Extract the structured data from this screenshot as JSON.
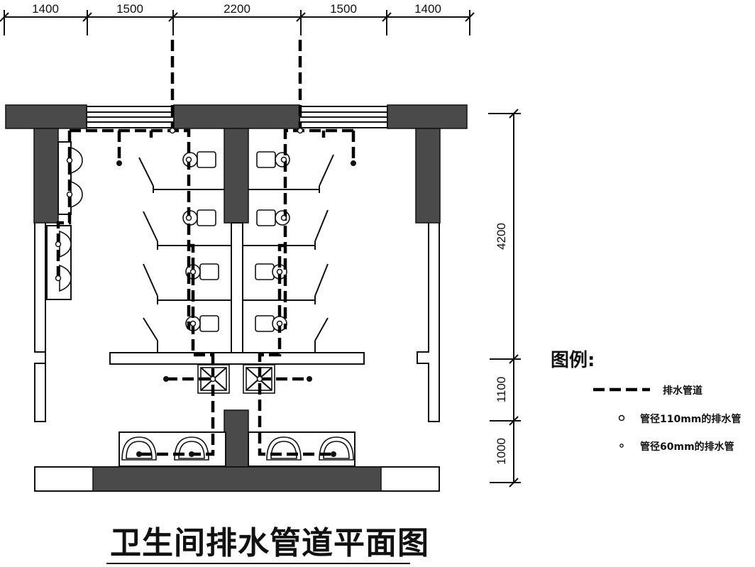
{
  "dimensions": {
    "top": [
      "1400",
      "1500",
      "2200",
      "1500",
      "1400"
    ],
    "right": [
      "4200",
      "1100",
      "1000"
    ]
  },
  "legend": {
    "title": "图例:",
    "items": [
      {
        "symbol": "dashed-pipe",
        "label": "排水管道"
      },
      {
        "symbol": "circle-large",
        "label": "管径110mm的排水管"
      },
      {
        "symbol": "circle-small",
        "label": "管径60mm的排水管"
      }
    ]
  },
  "title": "卫生间排水管道平面图",
  "colors": {
    "wall": "#4a4a4a",
    "line": "#111111",
    "background": "#ffffff"
  }
}
